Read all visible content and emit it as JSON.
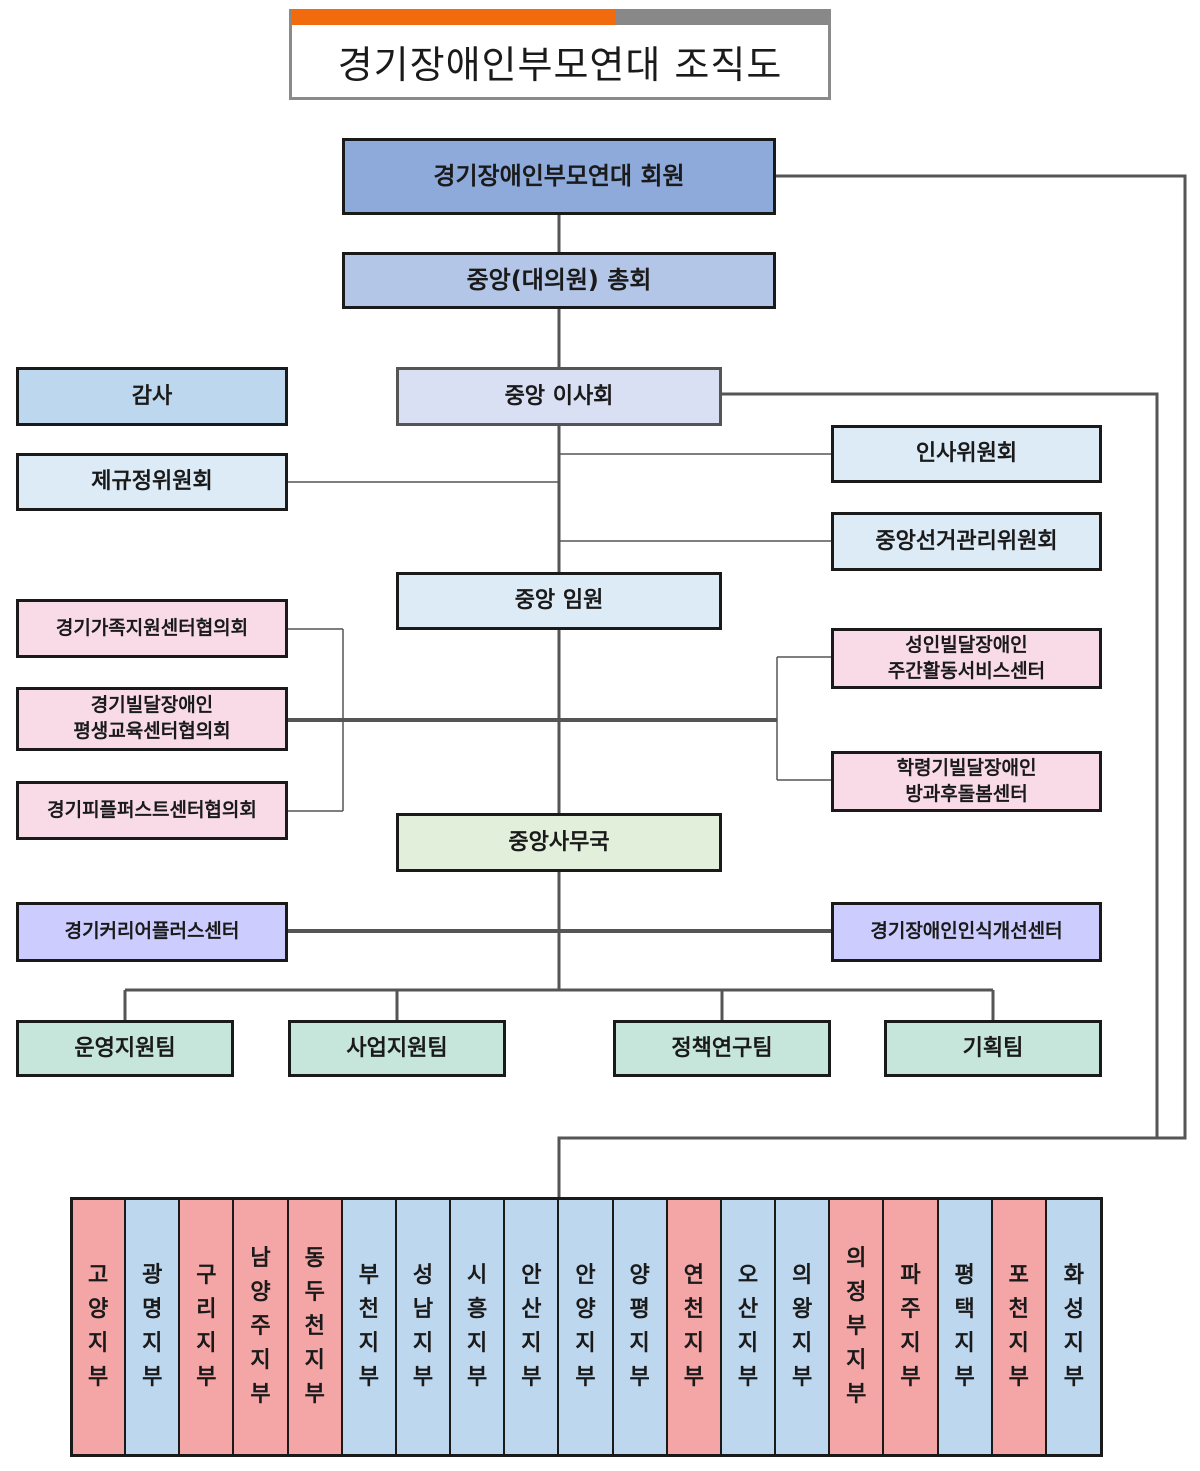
{
  "title": "경기장애인부모연대 조직도",
  "colors": {
    "title_orange": "#f26a0e",
    "title_gray": "#888888",
    "members": "#8eaadb",
    "assembly": "#b4c6e7",
    "audit": "#bdd7ee",
    "board": "#dae0f4",
    "committee": "#ddebf7",
    "pink": "#f8dbe7",
    "secretariat": "#e2efda",
    "purple": "#ccccff",
    "team": "#c6e6dc",
    "branch_red": "#f4a6a6",
    "branch_blue": "#bdd7ee"
  },
  "nodes": {
    "members": "경기장애인부모연대 회원",
    "assembly": "중앙(대의원) 총회",
    "audit": "감사",
    "board": "중앙 이사회",
    "personnel": "인사위원회",
    "regulation": "제규정위원회",
    "election": "중앙선거관리위원회",
    "officers": "중앙 임원",
    "family_center": "경기가족지원센터협의회",
    "lifelong_center": "경기빌달장애인\n평생교육센터협의회",
    "people_first": "경기피플퍼스트센터협의회",
    "adult_day": "성인빌달장애인\n주간활동서비스센터",
    "after_school": "학령기빌달장애인\n방과후돌봄센터",
    "secretariat": "중앙사무국",
    "career": "경기커리어플러스센터",
    "awareness": "경기장애인인식개선센터"
  },
  "teams": [
    "운영지원팀",
    "사업지원팀",
    "정책연구팀",
    "기획팀"
  ],
  "branches": [
    {
      "name": "고양지부",
      "color": "red"
    },
    {
      "name": "광명지부",
      "color": "blue"
    },
    {
      "name": "구리지부",
      "color": "red"
    },
    {
      "name": "남양주지부",
      "color": "red"
    },
    {
      "name": "동두천지부",
      "color": "red"
    },
    {
      "name": "부천지부",
      "color": "blue"
    },
    {
      "name": "성남지부",
      "color": "blue"
    },
    {
      "name": "시흥지부",
      "color": "blue"
    },
    {
      "name": "안산지부",
      "color": "blue"
    },
    {
      "name": "안양지부",
      "color": "blue"
    },
    {
      "name": "양평지부",
      "color": "blue"
    },
    {
      "name": "연천지부",
      "color": "red"
    },
    {
      "name": "오산지부",
      "color": "blue"
    },
    {
      "name": "의왕지부",
      "color": "blue"
    },
    {
      "name": "의정부지부",
      "color": "red"
    },
    {
      "name": "파주지부",
      "color": "red"
    },
    {
      "name": "평택지부",
      "color": "blue"
    },
    {
      "name": "포천지부",
      "color": "red"
    },
    {
      "name": "화성지부",
      "color": "blue"
    }
  ]
}
